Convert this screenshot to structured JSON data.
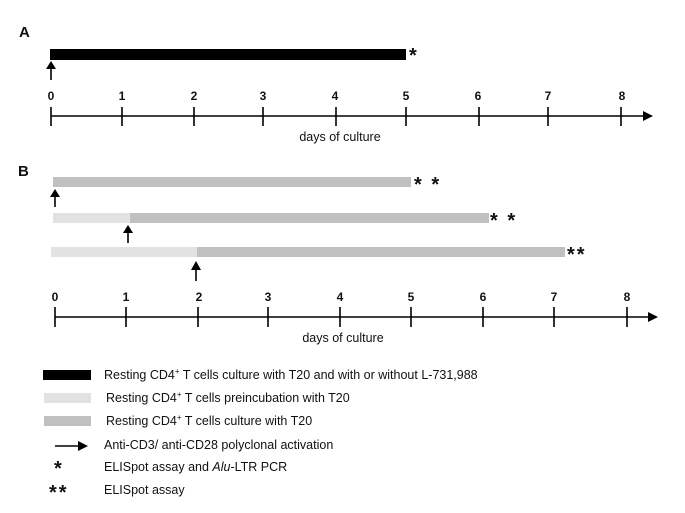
{
  "panels": {
    "A": {
      "label": "A",
      "axis_title": "days of culture",
      "ticks": [
        "0",
        "1",
        "2",
        "3",
        "4",
        "5",
        "6",
        "7",
        "8"
      ],
      "bars": [
        {
          "segments": [
            {
              "type": "culture_with_T20_and_L731988",
              "from": 0,
              "to": 5
            }
          ],
          "activation_day": 0,
          "marker": "*"
        }
      ]
    },
    "B": {
      "label": "B",
      "axis_title": "days of culture",
      "ticks": [
        "0",
        "1",
        "2",
        "3",
        "4",
        "5",
        "6",
        "7",
        "8"
      ],
      "bars": [
        {
          "segments": [
            {
              "type": "culture_with_T20",
              "from": 0,
              "to": 5
            }
          ],
          "activation_day": 0,
          "marker": "* *"
        },
        {
          "segments": [
            {
              "type": "preincubation_with_T20",
              "from": 0,
              "to": 1
            },
            {
              "type": "culture_with_T20",
              "from": 1,
              "to": 6
            }
          ],
          "activation_day": 1,
          "marker": "* *"
        },
        {
          "segments": [
            {
              "type": "preincubation_with_T20",
              "from": 0,
              "to": 2
            },
            {
              "type": "culture_with_T20",
              "from": 2,
              "to": 7
            }
          ],
          "activation_day": 2,
          "marker": "**"
        }
      ]
    }
  },
  "colors": {
    "black_bar": "#000000",
    "preincubation": "#e2e2e2",
    "culture": "#c0c0c0"
  },
  "legend": [
    {
      "symbol": "black-swatch",
      "text_pre": "Resting CD4",
      "sup": "+",
      "text_post": " T cells culture with T20 and with or without L-731,988"
    },
    {
      "symbol": "light-grey-swatch",
      "text_pre": "Resting CD4",
      "sup": "+",
      "text_post": " T cells preincubation with T20"
    },
    {
      "symbol": "grey-swatch",
      "text_pre": "Resting CD4",
      "sup": "+",
      "text_post": " T cells culture with T20"
    },
    {
      "symbol": "arrow-right",
      "text": "Anti-CD3/ anti-CD28 polyclonal activation"
    },
    {
      "symbol": "single-asterisk",
      "symbol_text": "*",
      "text_pre": "ELISpot assay and ",
      "italic": "Alu",
      "text_post": "-LTR PCR"
    },
    {
      "symbol": "double-asterisk",
      "symbol_text": "**",
      "text": "ELISpot assay"
    }
  ]
}
